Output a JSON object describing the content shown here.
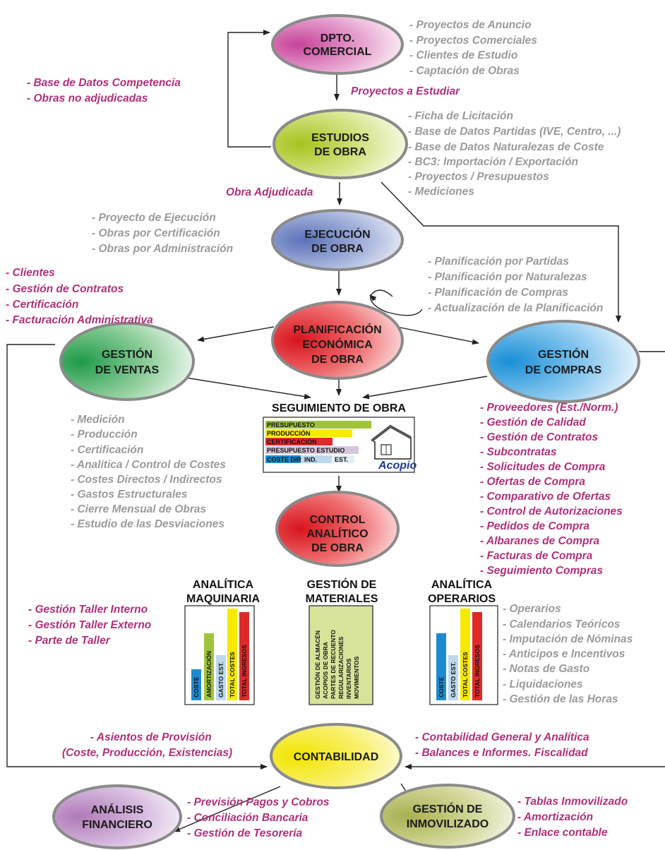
{
  "nodes": {
    "comercial": [
      "DPTO.",
      "COMERCIAL"
    ],
    "estudios": [
      "ESTUDIOS",
      "DE OBRA"
    ],
    "ejecucion": [
      "EJECUCIÓN",
      "DE OBRA"
    ],
    "planificacion": [
      "PLANIFICACIÓN",
      "ECONÓMICA",
      "DE OBRA"
    ],
    "ventas": [
      "GESTIÓN",
      "DE VENTAS"
    ],
    "compras": [
      "GESTIÓN",
      "DE COMPRAS"
    ],
    "control": [
      "CONTROL",
      "ANALÍTICO",
      "DE OBRA"
    ],
    "contabilidad": [
      "CONTABILIDAD"
    ],
    "financiero": [
      "ANÁLISIS",
      "FINANCIERO"
    ],
    "inmovilizado": [
      "GESTIÓN DE",
      "INMOVILIZADO"
    ]
  },
  "lists": {
    "comercial_right": [
      "- Proyectos de Anuncio",
      "- Proyectos Comerciales",
      "- Clientes de Estudio",
      "- Captación de Obras"
    ],
    "competencia": [
      "- Base de Datos Competencia",
      "- Obras no adjudicadas"
    ],
    "estudios_right": [
      "- Ficha de Licitación",
      "- Base de Datos Partidas (IVE, Centro, ...)",
      "- Base de Datos Naturalezas de Coste",
      "- BC3: Importación / Exportación",
      "- Proyectos / Presupuestos",
      "- Mediciones"
    ],
    "ejecucion_left": [
      "- Proyecto de Ejecución",
      "- Obras por Certificación",
      "- Obras por Administración"
    ],
    "planif_right": [
      "- Planificación por Partidas",
      "- Planificación por Naturalezas",
      "- Planificación de Compras",
      "- Actualización de la Planificación"
    ],
    "clientes_left": [
      "- Clientes",
      "- Gestión de Contratos",
      "- Certificación",
      "- Facturación Administrativa"
    ],
    "ventas_list": [
      "- Medición",
      "- Producción",
      "- Certificación",
      "- Analítica / Control de Costes",
      "- Costes Directos / Indirectos",
      "- Gastos Estructurales",
      "- Cierre Mensual de Obras",
      "- Estudio de las Desviaciones"
    ],
    "compras_list": [
      "- Proveedores (Est./Norm.)",
      "- Gestión de Calidad",
      "- Gestión de Contratos",
      "- Subcontratas",
      "- Solicitudes de Compra",
      "- Ofertas de Compra",
      "- Comparativo de Ofertas",
      "- Control de Autorizaciones",
      "- Pedidos de Compra",
      "- Albaranes de Compra",
      "- Facturas de Compra",
      "- Seguimiento Compras"
    ],
    "taller": [
      "- Gestión Taller Interno",
      "- Gestión Taller Externo",
      "- Parte de Taller"
    ],
    "operarios": [
      "- Operarios",
      "- Calendarios Teóricos",
      "- Imputación de Nóminas",
      "- Anticipos e Incentivos",
      "- Notas de Gasto",
      "- Liquidaciones",
      "- Gestión de las Horas"
    ],
    "provision": [
      "- Asientos de Provisión",
      "(Coste, Producción, Existencias)"
    ],
    "contab_right": [
      "- Contabilidad General y Analítica",
      "- Balances e Informes. Fiscalidad"
    ],
    "financiero_right": [
      "- Previsión Pagos y Cobros",
      "- Conciliación Bancaria",
      "- Gestión de Tesorería"
    ],
    "inmov_right": [
      "- Tablas Inmovilizado",
      "- Amortización",
      "- Enlace contable"
    ]
  },
  "edge_labels": {
    "proyectos_estudiar": "Proyectos a Estudiar",
    "obra_adjudicada": "Obra Adjudicada"
  },
  "seguimiento": {
    "title": "SEGUIMIENTO DE OBRA",
    "bars": [
      "PRESUPUESTO",
      "PRODUCCIÓN",
      "CERTIFICACIÓN",
      "PRESUPUESTO ESTUDIO"
    ],
    "cost_row": [
      "COSTE DIR.",
      "IND.",
      "EST."
    ],
    "acopio": "Acopio"
  },
  "maquinaria": {
    "title": [
      "ANALÍTICA",
      "MAQUINARIA"
    ],
    "bars": [
      "COSTE",
      "AMORTIZACIÓN",
      "GASTO EST.",
      "TOTAL COSTES",
      "TOTAL INGRESOS"
    ]
  },
  "materiales": {
    "title": [
      "GESTIÓN DE",
      "MATERIALES"
    ],
    "items": [
      "GESTIÓN DE ALMACÉN",
      "ACOPIOS DE OBRA",
      "PARTES DE RECUENTO",
      "REGULARIZACIONES",
      "INVENTARIOS",
      "MOVIMIENTOS"
    ]
  },
  "operarios_chart": {
    "title": [
      "ANALÍTICA",
      "OPERARIOS"
    ],
    "bars": [
      "COSTE",
      "GASTO EST.",
      "TOTAL COSTES",
      "TOTAL INGRESOS"
    ]
  },
  "colors": {
    "comercial": "#c8439a",
    "estudios": "#a6c31d",
    "ejecucion": "#5a72b8",
    "planificacion": "#e21d26",
    "ventas": "#1f9a48",
    "compras": "#1a8fd6",
    "control": "#e21d26",
    "contabilidad": "#f2e500",
    "financiero": "#b07ab8",
    "inmovilizado": "#a8b050",
    "grey_text": "#9a9a9a",
    "magenta_text": "#b0307a"
  }
}
